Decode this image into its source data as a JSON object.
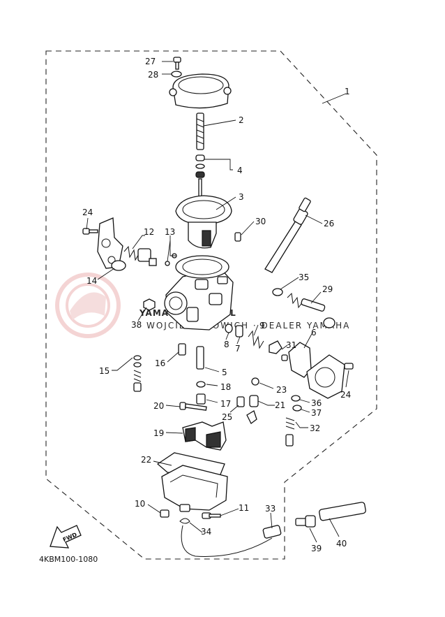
{
  "diagram_code": "4KBM100-1080",
  "fwd_label": "FWD",
  "watermark": {
    "main": "YAMAHA-SKLEP.PL",
    "sub": "WOJCIECH DOWICH · DEALER YAMAHA"
  },
  "callouts": [
    {
      "id": "1",
      "name": "callout-1"
    },
    {
      "id": "2",
      "name": "callout-2"
    },
    {
      "id": "3",
      "name": "callout-3"
    },
    {
      "id": "4",
      "name": "callout-4"
    },
    {
      "id": "5",
      "name": "callout-5"
    },
    {
      "id": "6",
      "name": "callout-6"
    },
    {
      "id": "7",
      "name": "callout-7"
    },
    {
      "id": "8",
      "name": "callout-8"
    },
    {
      "id": "9",
      "name": "callout-9"
    },
    {
      "id": "10",
      "name": "callout-10"
    },
    {
      "id": "11",
      "name": "callout-11"
    },
    {
      "id": "12",
      "name": "callout-12"
    },
    {
      "id": "13",
      "name": "callout-13"
    },
    {
      "id": "14",
      "name": "callout-14"
    },
    {
      "id": "15",
      "name": "callout-15"
    },
    {
      "id": "16",
      "name": "callout-16"
    },
    {
      "id": "17",
      "name": "callout-17"
    },
    {
      "id": "18",
      "name": "callout-18"
    },
    {
      "id": "19",
      "name": "callout-19"
    },
    {
      "id": "20",
      "name": "callout-20"
    },
    {
      "id": "21",
      "name": "callout-21"
    },
    {
      "id": "22",
      "name": "callout-22"
    },
    {
      "id": "23",
      "name": "callout-23"
    },
    {
      "id": "24",
      "name": "callout-24-left"
    },
    {
      "id": "24",
      "name": "callout-24-right"
    },
    {
      "id": "25",
      "name": "callout-25"
    },
    {
      "id": "26",
      "name": "callout-26"
    },
    {
      "id": "27",
      "name": "callout-27"
    },
    {
      "id": "28",
      "name": "callout-28"
    },
    {
      "id": "29",
      "name": "callout-29"
    },
    {
      "id": "30",
      "name": "callout-30"
    },
    {
      "id": "31",
      "name": "callout-31"
    },
    {
      "id": "32",
      "name": "callout-32"
    },
    {
      "id": "33",
      "name": "callout-33"
    },
    {
      "id": "34",
      "name": "callout-34"
    },
    {
      "id": "35",
      "name": "callout-35"
    },
    {
      "id": "36",
      "name": "callout-36"
    },
    {
      "id": "37",
      "name": "callout-37"
    },
    {
      "id": "38",
      "name": "callout-38"
    },
    {
      "id": "39",
      "name": "callout-39"
    },
    {
      "id": "40",
      "name": "callout-40"
    }
  ]
}
